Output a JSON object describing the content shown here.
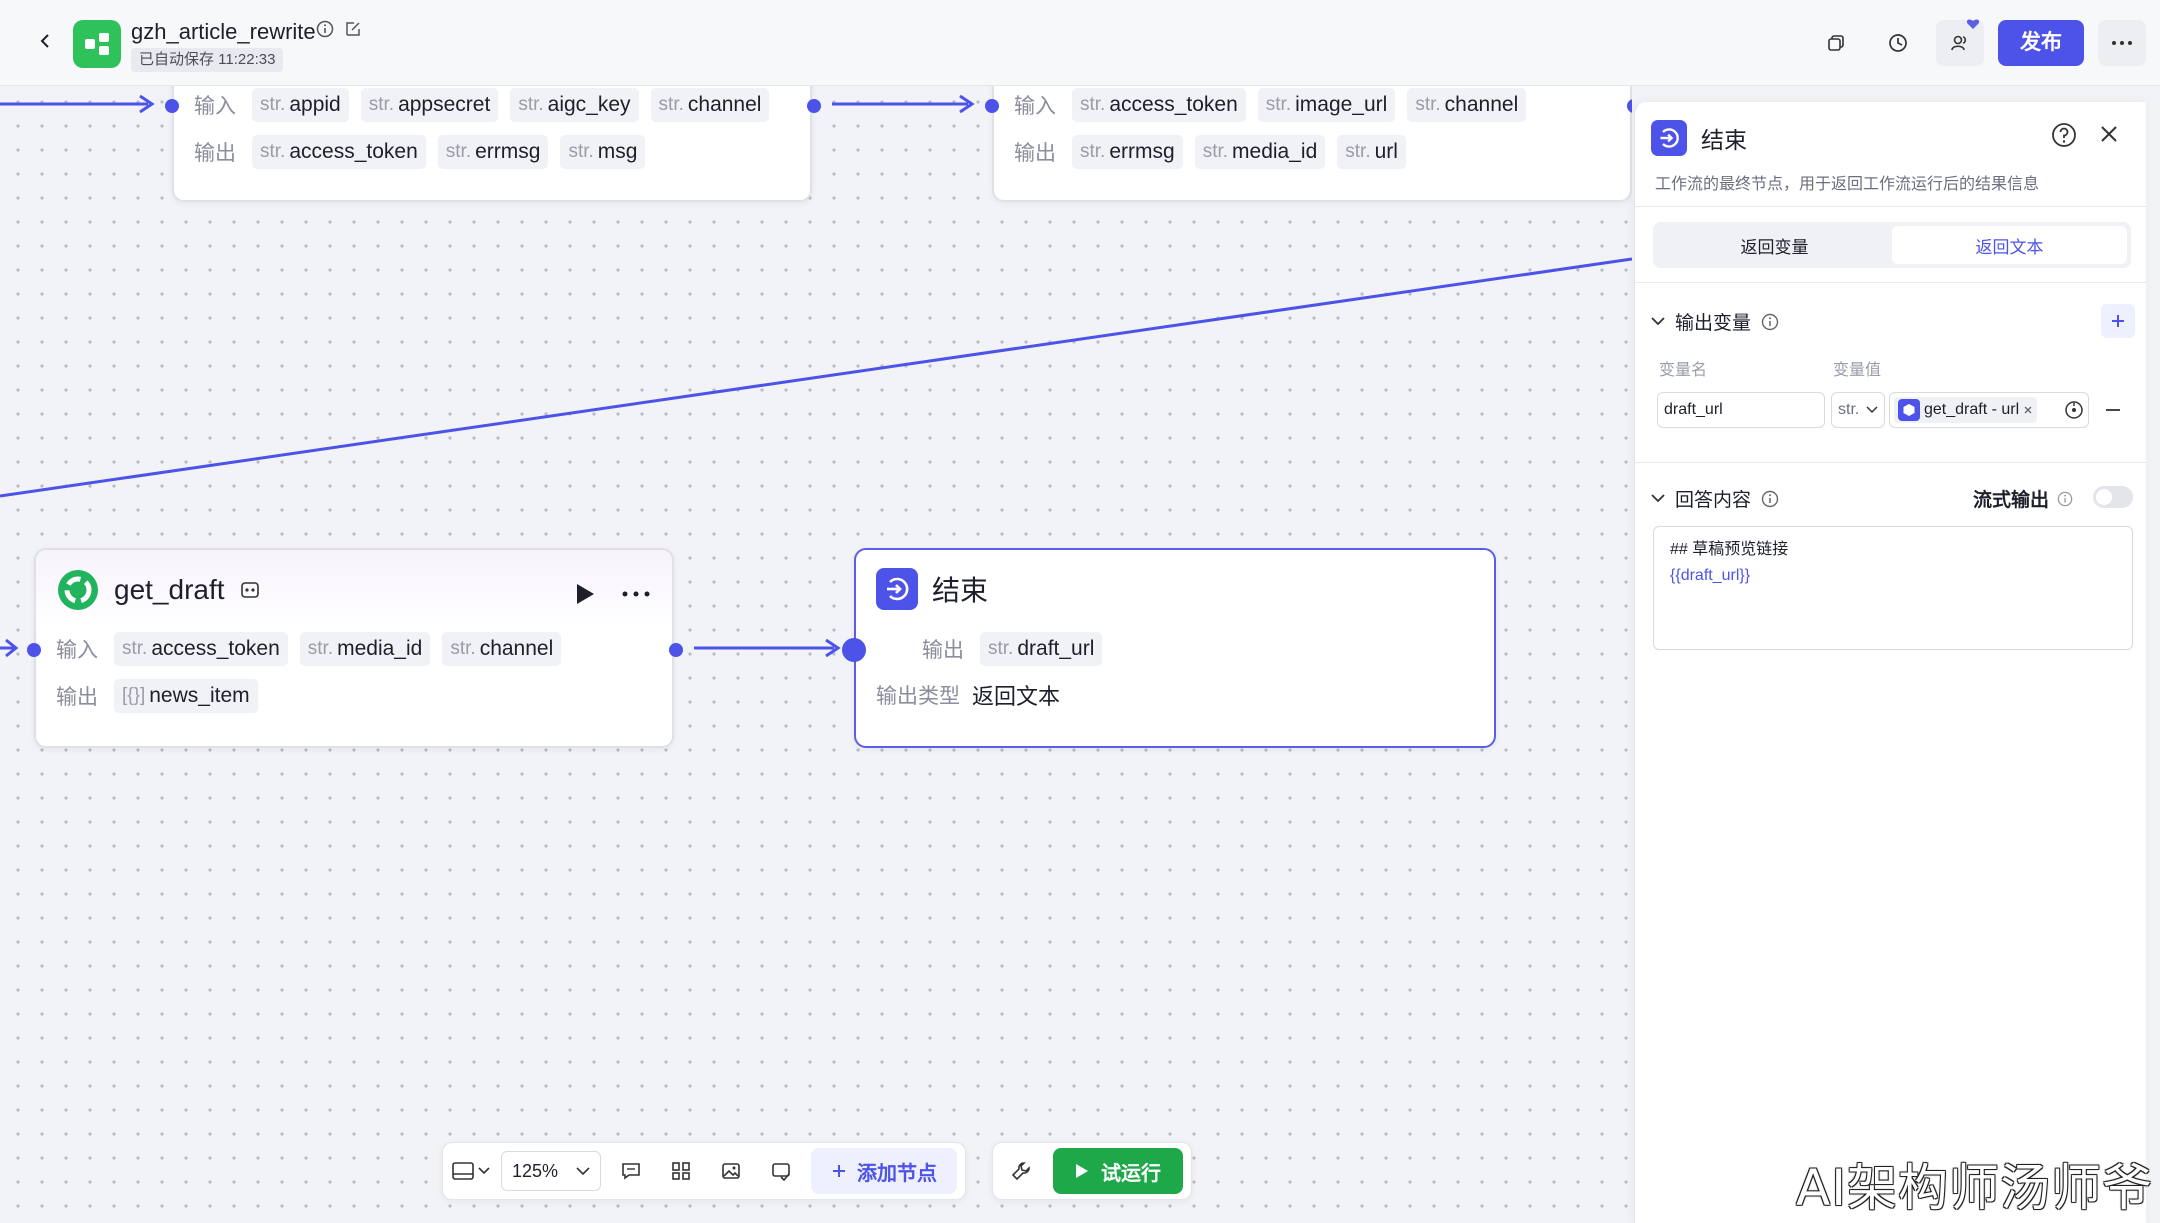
{
  "header": {
    "app_name": "gzh_article_rewrite",
    "autosave": "已自动保存 11:22:33",
    "publish_label": "发布"
  },
  "nodes": {
    "top_left": {
      "input_label": "输入",
      "output_label": "输出",
      "inputs": [
        {
          "type": "str.",
          "name": "appid"
        },
        {
          "type": "str.",
          "name": "appsecret"
        },
        {
          "type": "str.",
          "name": "aigc_key"
        },
        {
          "type": "str.",
          "name": "channel"
        }
      ],
      "outputs": [
        {
          "type": "str.",
          "name": "access_token"
        },
        {
          "type": "str.",
          "name": "errmsg"
        },
        {
          "type": "str.",
          "name": "msg"
        }
      ]
    },
    "top_right": {
      "input_label": "输入",
      "output_label": "输出",
      "inputs": [
        {
          "type": "str.",
          "name": "access_token"
        },
        {
          "type": "str.",
          "name": "image_url"
        },
        {
          "type": "str.",
          "name": "channel"
        }
      ],
      "outputs": [
        {
          "type": "str.",
          "name": "errmsg"
        },
        {
          "type": "str.",
          "name": "media_id"
        },
        {
          "type": "str.",
          "name": "url"
        }
      ]
    },
    "get_draft": {
      "title": "get_draft",
      "input_label": "输入",
      "output_label": "输出",
      "inputs": [
        {
          "type": "str.",
          "name": "access_token"
        },
        {
          "type": "str.",
          "name": "media_id"
        },
        {
          "type": "str.",
          "name": "channel"
        }
      ],
      "outputs": [
        {
          "type": "[{}]",
          "name": "news_item"
        }
      ]
    },
    "end": {
      "title": "结束",
      "output_label": "输出",
      "output": {
        "type": "str.",
        "name": "draft_url"
      },
      "output_type_label": "输出类型",
      "output_type_value": "返回文本"
    }
  },
  "toolbar": {
    "zoom": "125%",
    "add_node": "添加节点",
    "test_run": "试运行"
  },
  "panel": {
    "title": "结束",
    "description": "工作流的最终节点，用于返回工作流运行后的结果信息",
    "tabs": [
      "返回变量",
      "返回文本"
    ],
    "active_tab": "返回文本",
    "output_section": "输出变量",
    "col_name": "变量名",
    "col_value": "变量值",
    "var_name": "draft_url",
    "var_type": "str.",
    "var_ref": "get_draft - url",
    "answer_section": "回答内容",
    "stream_label": "流式输出",
    "stream_on": false,
    "answer_line1": "## 草稿预览链接",
    "answer_line2": "{{draft_url}}"
  },
  "watermark": "AI架构师汤师爷",
  "colors": {
    "accent": "#4d53e8",
    "run_green": "#1fa84a",
    "logo_green": "#2fc25b"
  }
}
